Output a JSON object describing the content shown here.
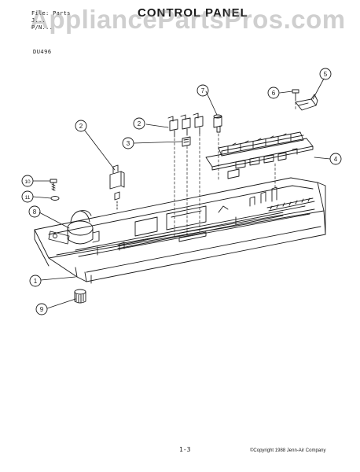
{
  "header": {
    "file_line": "File: Parts",
    "line2": "J...",
    "line3": "P/N...",
    "title": "CONTROL PANEL",
    "watermark": "AppliancePartsPros.com",
    "model": "DU496"
  },
  "callouts": [
    {
      "id": "c1",
      "label": "1"
    },
    {
      "id": "c2a",
      "label": "2"
    },
    {
      "id": "c2b",
      "label": "2"
    },
    {
      "id": "c3",
      "label": "3"
    },
    {
      "id": "c4",
      "label": "4"
    },
    {
      "id": "c5",
      "label": "5"
    },
    {
      "id": "c6",
      "label": "6"
    },
    {
      "id": "c7",
      "label": "7"
    },
    {
      "id": "c8",
      "label": "8"
    },
    {
      "id": "c9",
      "label": "9"
    },
    {
      "id": "c10",
      "label": "10"
    },
    {
      "id": "c11",
      "label": "11"
    }
  ],
  "footer": {
    "page": "1-3",
    "copyright": "©Copyright 1988 Jenn-Air Company"
  },
  "colors": {
    "ink": "#1a1a1a",
    "watermark": "#828282"
  }
}
